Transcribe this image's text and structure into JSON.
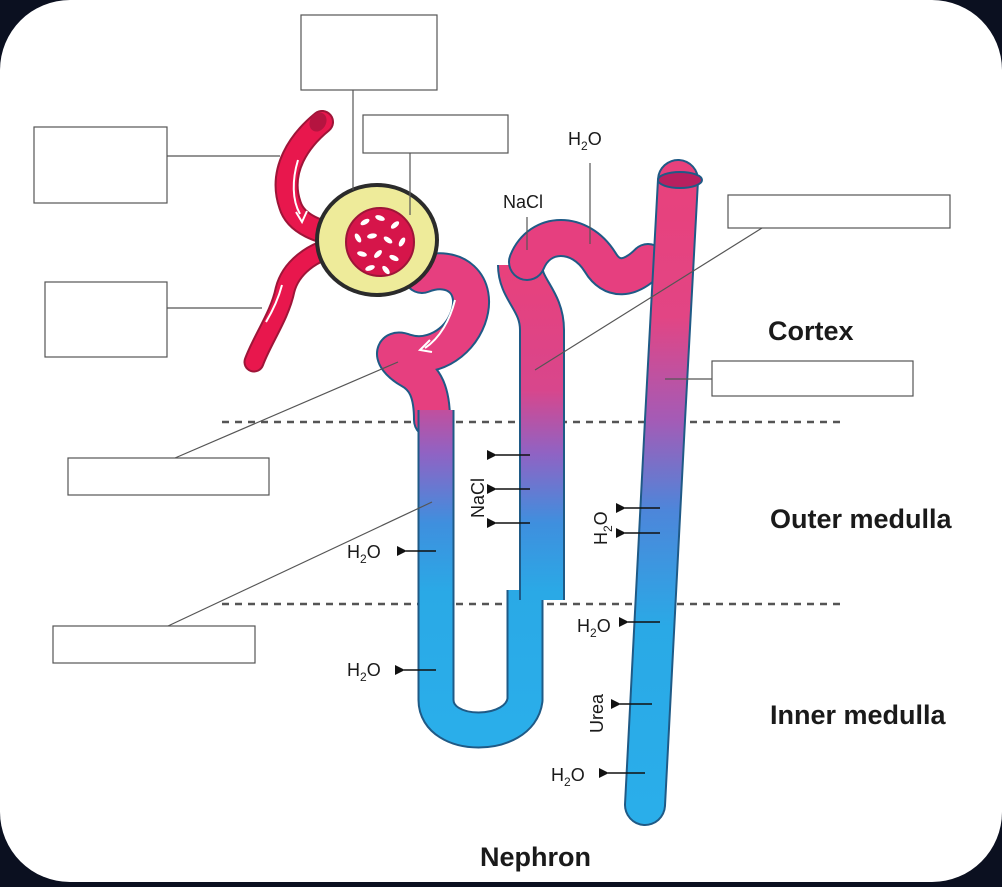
{
  "title": "Nephron",
  "regions": {
    "cortex": "Cortex",
    "outer_medulla": "Outer medulla",
    "inner_medulla": "Inner medulla"
  },
  "chem": {
    "water_h": "H",
    "water_sub": "2",
    "water_o": "O",
    "salt": "NaCl",
    "urea": "Urea"
  },
  "label_boxes": [
    "",
    "",
    "",
    "",
    "",
    "",
    "",
    "",
    ""
  ],
  "colors": {
    "background": "#ffffff",
    "frame": "#0b1020",
    "vessel": "#e8174d",
    "tubule_pink": "#e63f7f",
    "tubule_blue": "#2aa9e6",
    "capsule": "#eeeb9a",
    "capsule_outline": "#2b2b2b"
  }
}
